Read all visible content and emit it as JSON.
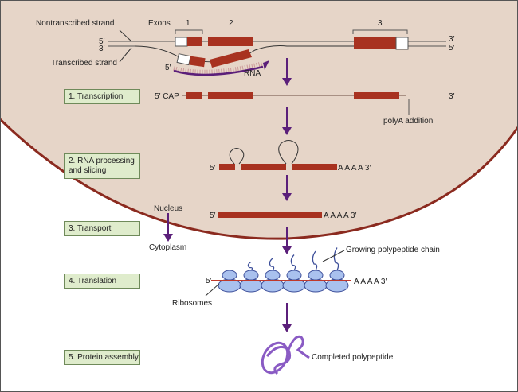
{
  "colors": {
    "nucleus_fill": "#e6d5c8",
    "nucleus_edge": "#8b2a1f",
    "exon": "#a83220",
    "arrow": "#5b1f7a",
    "step_box": "#dfeccc",
    "ribosome": "#a9c1ee",
    "polypeptide": "#8a5bc4",
    "mrna_line": "#c0392b"
  },
  "labels": {
    "nontranscribed_strand": "Nontranscribed strand",
    "transcribed_strand": "Transcribed strand",
    "exons": "Exons",
    "exon_numbers": [
      "1",
      "2",
      "3"
    ],
    "five_prime": "5′",
    "three_prime": "3′",
    "rna": "RNA",
    "cap": "5′ CAP",
    "polya_addition": "polyA addition",
    "polya_tail": "A A A A 3′",
    "nucleus": "Nucleus",
    "cytoplasm": "Cytoplasm",
    "growing_chain": "Growing polypeptide chain",
    "ribosomes": "Ribosomes",
    "completed": "Completed polypeptide"
  },
  "steps": [
    {
      "label": "1. Transcription"
    },
    {
      "label": "2. RNA processing and slicing"
    },
    {
      "label": "3. Transport"
    },
    {
      "label": "4. Translation"
    },
    {
      "label": "5. Protein assembly"
    }
  ]
}
